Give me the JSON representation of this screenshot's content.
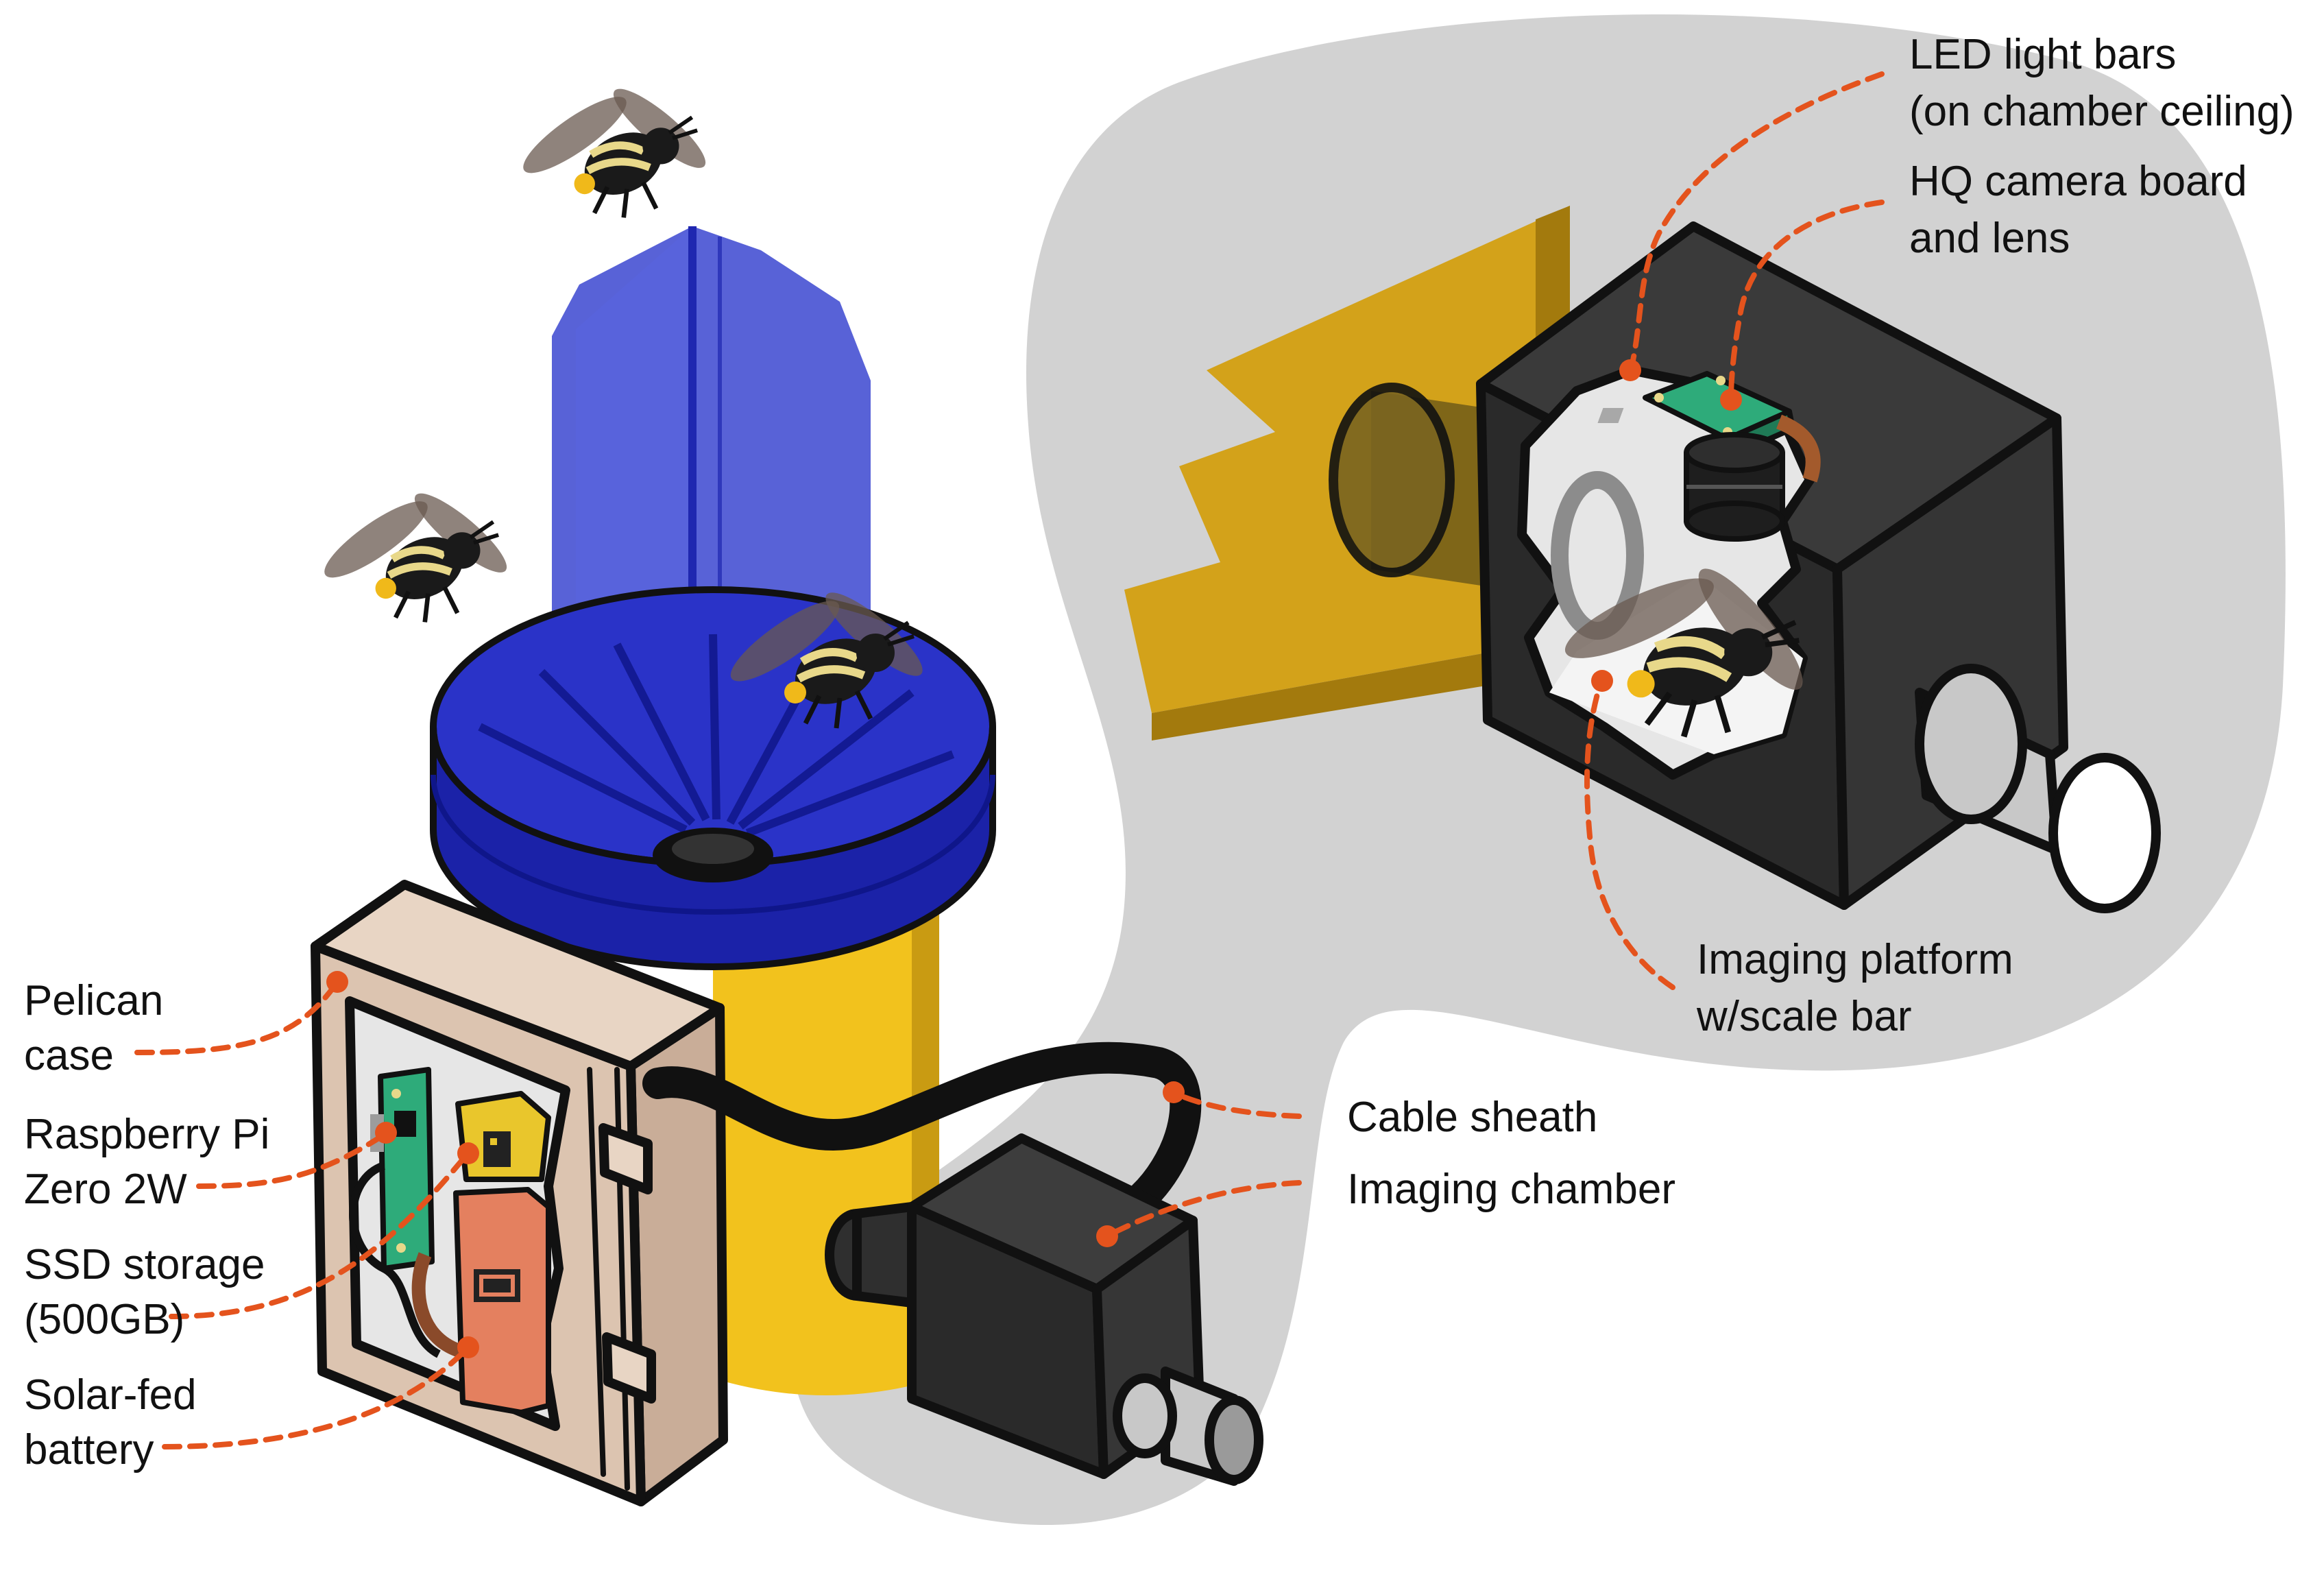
{
  "colors": {
    "leader": "#e4531d",
    "outline": "#111111",
    "backdrop": "#d2d2d2",
    "trap_blue": "#3b46d0",
    "trap_blue_dark": "#1f27b0",
    "mount_yellow": "#f2c21d",
    "mount_gold": "#c99b12",
    "case_tan": "#dcc4b0",
    "chamber_black": "#2f2f2f",
    "pcb_green": "#2eab7a",
    "ssd_yellow": "#e9c62c",
    "battery_orange": "#e4805f"
  },
  "icons": [
    "bee-icon",
    "raspberry-pi-board",
    "ssd-drive",
    "battery-pack",
    "camera-board",
    "camera-lens"
  ],
  "labels": {
    "pelican_case": [
      "Pelican",
      "case"
    ],
    "raspberry_pi": [
      "Raspberry Pi",
      "Zero 2W"
    ],
    "ssd": [
      "SSD storage",
      "(500GB)"
    ],
    "battery": [
      "Solar-fed",
      "battery"
    ],
    "cable": [
      "Cable sheath"
    ],
    "chamber": [
      "Imaging chamber"
    ],
    "led": [
      "LED light bars",
      "(on chamber ceiling)"
    ],
    "camera": [
      "HQ camera board",
      "and lens"
    ],
    "platform": [
      "Imaging platform",
      "w/scale bar"
    ]
  }
}
